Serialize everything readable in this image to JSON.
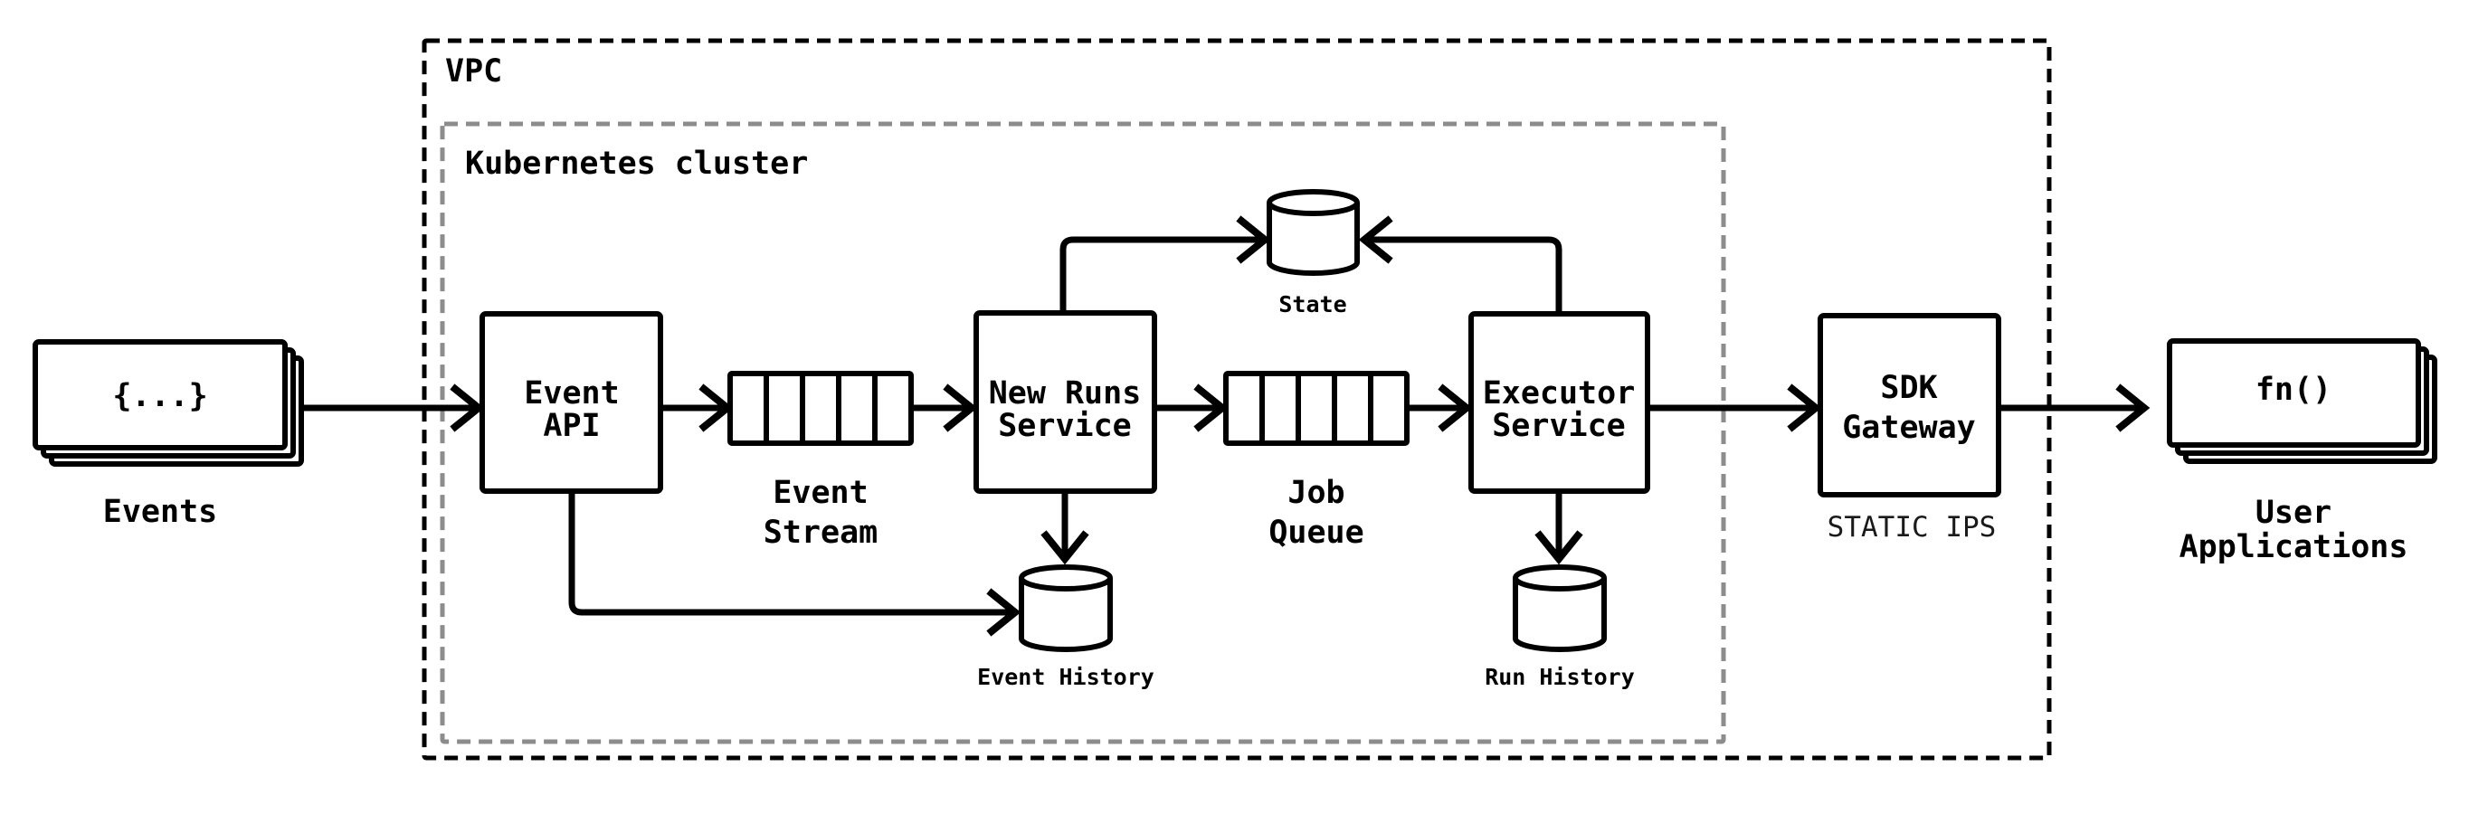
{
  "containers": {
    "vpc": {
      "label": "VPC",
      "border_color": "#000000"
    },
    "kubernetes": {
      "label": "Kubernetes cluster",
      "border_color": "#8c8c8c"
    }
  },
  "external": {
    "events": {
      "symbol": "{...}",
      "label": "Events"
    },
    "user_applications": {
      "symbol": "fn()",
      "label_line1": "User",
      "label_line2": "Applications"
    }
  },
  "services": {
    "event_api": {
      "line1": "Event",
      "line2": "API"
    },
    "new_runs_service": {
      "line1": "New Runs",
      "line2": "Service"
    },
    "executor_service": {
      "line1": "Executor",
      "line2": "Service"
    },
    "sdk_gateway": {
      "line1": "SDK",
      "line2": "Gateway",
      "caption": "STATIC IPS"
    }
  },
  "queues": {
    "event_stream": {
      "line1": "Event",
      "line2": "Stream",
      "cells": 5
    },
    "job_queue": {
      "line1": "Job",
      "line2": "Queue",
      "cells": 5
    }
  },
  "databases": {
    "state": {
      "label": "State"
    },
    "event_history": {
      "label": "Event History"
    },
    "run_history": {
      "label": "Run History"
    }
  },
  "colors": {
    "ink": "#000000",
    "cluster_border": "#8c8c8c",
    "background": "#ffffff"
  }
}
